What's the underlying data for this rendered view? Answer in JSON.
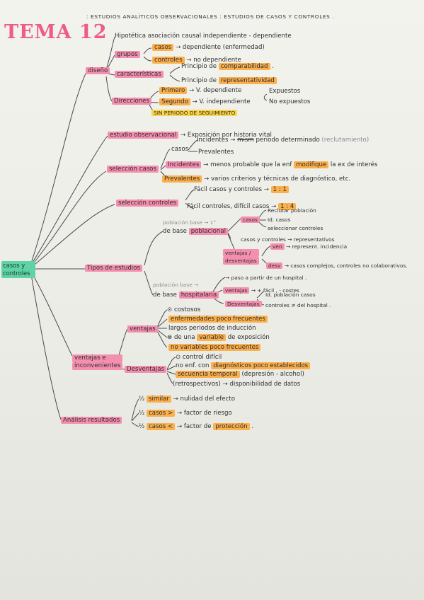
{
  "title": {
    "main": "TEMA 12",
    "sub": ": ESTUDIOS ANALÍTICOS OBSERVACIONALES : ESTUDIOS DE CASOS Y CONTROLES ."
  },
  "root": {
    "line1": "casos y",
    "line2": "controles"
  },
  "diseno": {
    "label": "diseño",
    "hipotesis": "Hipotética asociación causal independiente - dependiente",
    "grupos": {
      "label": "grupos",
      "casos": "casos",
      "casos_text": "→ dependiente (enfermedad)",
      "controles": "controles",
      "controles_text": "→ no dependiente"
    },
    "caracteristicas": {
      "label": "características",
      "p1_pre": "Principio de",
      "p1_hl": "comparabilidad",
      "p2_pre": "Principio de",
      "p2_hl": "representatividad"
    },
    "direcciones": {
      "label": "Direcciones",
      "primero": "Primero",
      "primero_text": "→ V. dependiente",
      "segundo": "Segundo",
      "segundo_text": "→ V. independiente",
      "expuestos": "Expuestos",
      "no_expuestos": "No expuestos",
      "sin_periodo": "SIN PERIODO DE SEGUIMIENTO"
    }
  },
  "estudio_observacional": {
    "label": "estudio observacional",
    "line1": "→ Exposición por historia vital",
    "line2_a": "Incidentes →",
    "line2_strike": "mism",
    "line2_b": "periodo determinado",
    "line2_note": "(reclutamiento)"
  },
  "seleccion_casos": {
    "label": "selección casos",
    "casos": "casos",
    "incidentes": "Incidentes",
    "incidentes_text_a": "→ menos probable que la enf",
    "incidentes_hl": "modifique",
    "incidentes_text_b": "la ex de interés",
    "prevalentes": "Prevalentes",
    "prevalentes_hl": "Prevalentes",
    "prevalentes_text": "→ varios criterios y técnicas de diagnóstico, etc."
  },
  "seleccion_controles": {
    "label": "selección controles",
    "line1_a": "Fácil casos y controles →",
    "line1_hl": "1 : 1",
    "line2_a": "Fácil controles, difícil casos →",
    "line2_hl": "1 : 4"
  },
  "tipos": {
    "label": "Tipos de estudios",
    "poblacional": {
      "faint": "población base → 1°",
      "de_base": "de base",
      "hl": "poblacional",
      "casos": "casos",
      "casos_a": "Reclutar población",
      "casos_b": "Id. casos",
      "casos_c": "seleccionar controles",
      "controles_text": "casos y controles → representativos",
      "ventajas_l1": "ventajas /",
      "ventajas_l2": "desventajas",
      "ventajas_text_a": "→ represent.",
      "ventajas_text_b": "incidencia",
      "ventajas_hl": "ven",
      "desv_hl": "desv",
      "desv_text": "→ casos complejos, controles no colaborativos."
    },
    "hospitalaria": {
      "faint": "población base →",
      "de_base": "de base",
      "hl": "hospitalaria",
      "line1": "→ paso a partir de un hospital .",
      "ventajas": "ventajas",
      "ventajas_text": "→ + fácil , - costes",
      "id_text": "Id. población casos",
      "desventajas": "Desventajas",
      "desventajas_text": "controles ≠ del hospital ."
    }
  },
  "ventajas_inconvenientes": {
    "label_l1": "ventajas e",
    "label_l2": "inconvenientes",
    "ventajas": {
      "label": "ventajas",
      "v1_glyph": "⊙",
      "v1": "costosos",
      "v2": "enfermedades poco frecuentes",
      "v3": "largos periodos de inducción",
      "v4_glyph": "⊗",
      "v4_a": "de una",
      "v4_hl": "variable",
      "v4_b": "de exposición",
      "v5": "no variables poco frecuentes"
    },
    "desventajas": {
      "label": "Desventajas",
      "d1": "⊙ control difícil",
      "d2_a": "no enf. con",
      "d2_hl": "diagnósticos poco establecidos",
      "d3_hl": "secuencia temporal",
      "d3_b": "(depresión - alcohol)",
      "d4": "(retrospectivos) → disponibilidad de datos"
    }
  },
  "analisis": {
    "label": "Análisis resultados",
    "r1_pre": "½",
    "r1_hl": "similar",
    "r1_text": "→ nulidad del efecto",
    "r2_pre": "½",
    "r2_hl": "casos >",
    "r2_text": "→ factor de riesgo",
    "r3_pre": "½",
    "r3_hl": "casos <",
    "r3_text": "→ factor de",
    "r3_hl2": "protección"
  },
  "colors": {
    "pink": "#f58fb0",
    "orange": "#fbb04c",
    "yellow": "#fbd54a",
    "green": "#5fd3a6",
    "title": "#ee5c86"
  }
}
